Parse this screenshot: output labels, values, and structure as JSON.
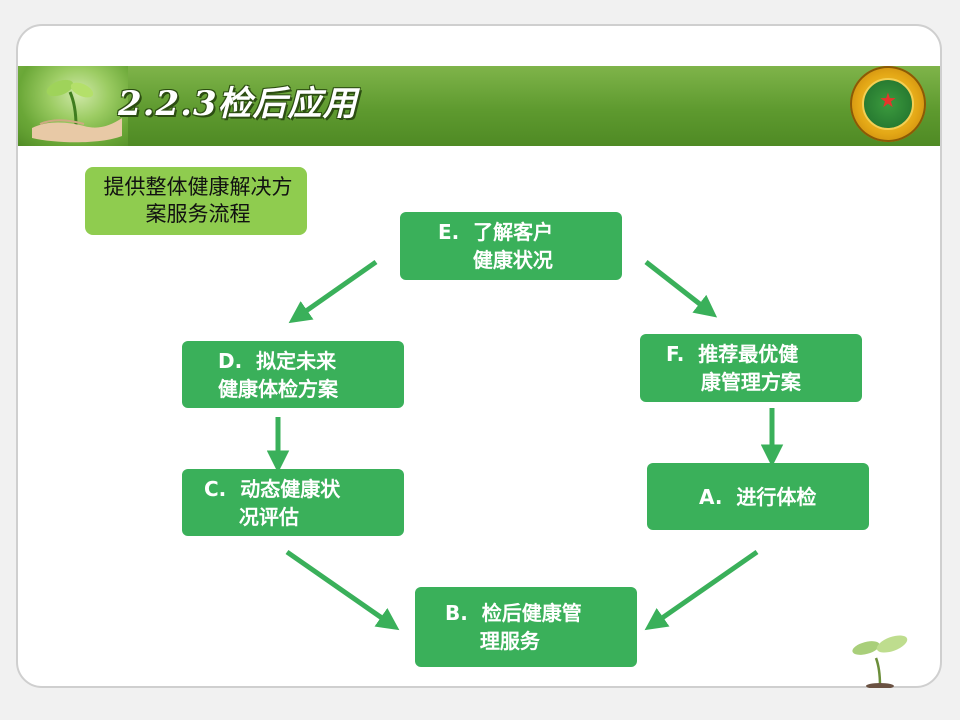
{
  "header": {
    "title": "2.2.3检后应用",
    "photo_icon": "sprout-in-hands-icon",
    "emblem_icon": "hospital-emblem-icon",
    "color": "#5e9a2f"
  },
  "label_box": {
    "line1": "提供整体健康解决方",
    "line2": "案服务流程",
    "color": "#8fcc4f"
  },
  "nodes": {
    "e": {
      "line1": "E.  了解客户",
      "line2": "     健康状况"
    },
    "f": {
      "line1": "F.  推荐最优健",
      "line2": "     康管理方案"
    },
    "a": {
      "line1": "A.  进行体检"
    },
    "b": {
      "line1": "B.  检后健康管",
      "line2": "     理服务"
    },
    "c": {
      "line1": "C.  动态健康状",
      "line2": "     况评估"
    },
    "d": {
      "line1": "D.  拟定未来",
      "line2": "健康体检方案"
    },
    "color": "#3ab05a"
  },
  "arrow_color": "#3ab05a",
  "decor": {
    "sprout_icon": "sprout-icon"
  }
}
